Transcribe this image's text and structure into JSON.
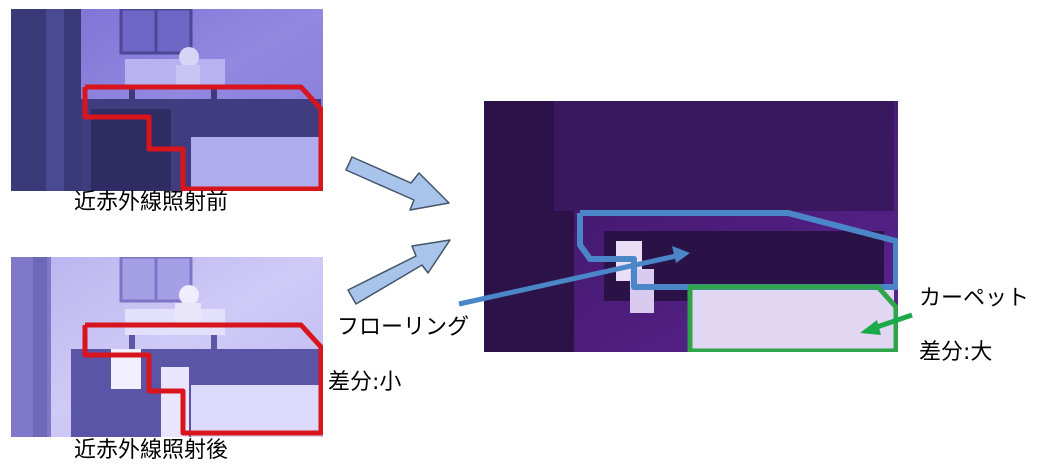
{
  "captions": {
    "before": "近赤外線照射前",
    "after": "近赤外線照射後"
  },
  "labels": {
    "flooring": "フローリング",
    "flooring_diff": "差分:小",
    "carpet": "カーペット",
    "carpet_diff": "差分:大"
  },
  "colors": {
    "region_outline_before_after": "#d8141c",
    "flooring_outline": "#4a86c8",
    "carpet_outline": "#2fa54a",
    "flooring_pointer": "#4a86c8",
    "carpet_pointer": "#1aaa4a",
    "block_arrow_fill": "#a9c4ea",
    "block_arrow_stroke": "#44546a"
  },
  "icons": {
    "block_arrow": "right-arrow-icon",
    "pointer_arrow": "pointer-arrow-icon"
  }
}
